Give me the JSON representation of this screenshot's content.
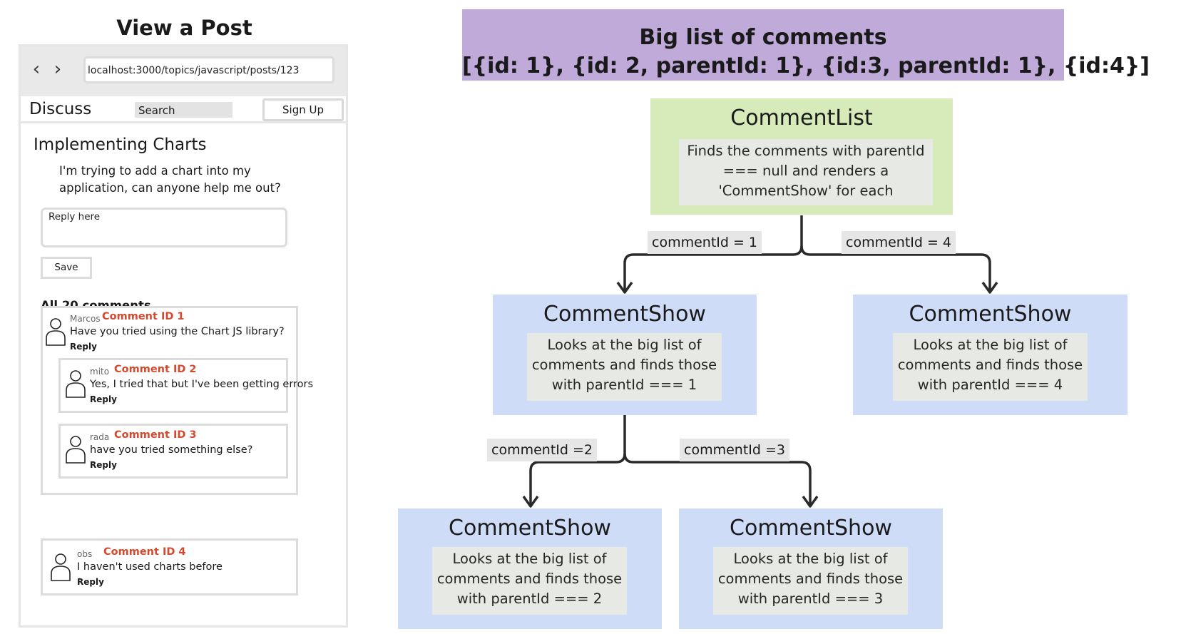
{
  "mockup": {
    "title": "View a Post",
    "url": "localhost:3000/topics/javascript/posts/123",
    "brand": "Discuss",
    "search_placeholder": "Search",
    "signup_label": "Sign Up",
    "post_title": "Implementing Charts",
    "post_body": "I'm trying to add a chart into my application, can anyone help me out?",
    "reply_placeholder": "Reply here",
    "save_label": "Save",
    "comment_count": "All 20 comments",
    "comments": [
      {
        "author": "Marcos",
        "id_label": "Comment ID 1",
        "text": "Have you tried using the Chart JS library?",
        "reply": "Reply"
      },
      {
        "author": "mito",
        "id_label": "Comment ID 2",
        "text": "Yes, I tried that but I've been getting errors",
        "reply": "Reply"
      },
      {
        "author": "rada",
        "id_label": "Comment ID 3",
        "text": "have you tried something else?",
        "reply": "Reply"
      },
      {
        "author": "obs",
        "id_label": "Comment ID 4",
        "text": "I haven't used charts before",
        "reply": "Reply"
      }
    ]
  },
  "diagram": {
    "header_line1": "Big list of comments",
    "header_line2": "[{id: 1}, {id: 2, parentId: 1}, {id:3, parentId: 1}, {id:4}]",
    "root": {
      "title": "CommentList",
      "description": "Finds the comments with parentId === null and renders a 'CommentShow' for each"
    },
    "edges": [
      "commentId = 1",
      "commentId = 4",
      "commentId =2",
      "commentId =3"
    ],
    "nodes": [
      {
        "title": "CommentShow",
        "description": "Looks at the big list of comments and finds those with parentId === 1"
      },
      {
        "title": "CommentShow",
        "description": "Looks at the big list of comments and finds those with parentId === 4"
      },
      {
        "title": "CommentShow",
        "description": "Looks at the big list of comments and finds those with parentId === 2"
      },
      {
        "title": "CommentShow",
        "description": "Looks at the big list of comments and finds those with parentId === 3"
      }
    ],
    "colors": {
      "header": "#bfaad9",
      "root": "#d7eaba",
      "node": "#cfdcf8",
      "accent": "#d5492f"
    }
  }
}
